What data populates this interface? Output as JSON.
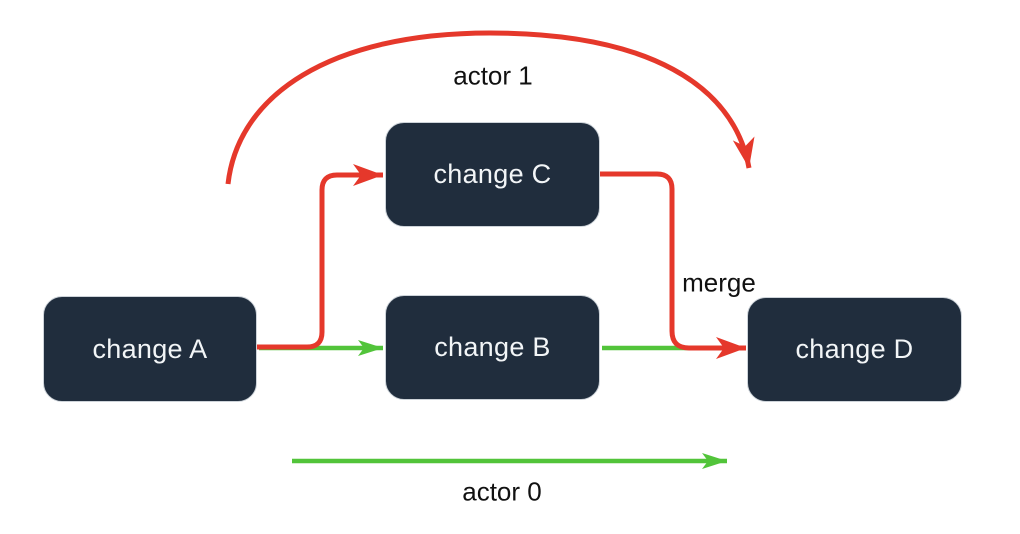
{
  "diagram": {
    "nodes": [
      {
        "id": "A",
        "label": "change A"
      },
      {
        "id": "B",
        "label": "change B"
      },
      {
        "id": "C",
        "label": "change C"
      },
      {
        "id": "D",
        "label": "change D"
      }
    ],
    "labels": {
      "actor1": "actor 1",
      "actor0": "actor 0",
      "merge": "merge"
    },
    "icons": {
      "red_arrowhead": "filled concave triangle arrowhead",
      "green_arrowhead": "filled concave triangle arrowhead"
    },
    "colors": {
      "background": "#FFFFFF",
      "node_fill": "#202D3D",
      "node_text": "#F2F5F7",
      "edge_red": "#E5382B",
      "edge_green": "#52C43A",
      "label_text": "#111111"
    }
  }
}
